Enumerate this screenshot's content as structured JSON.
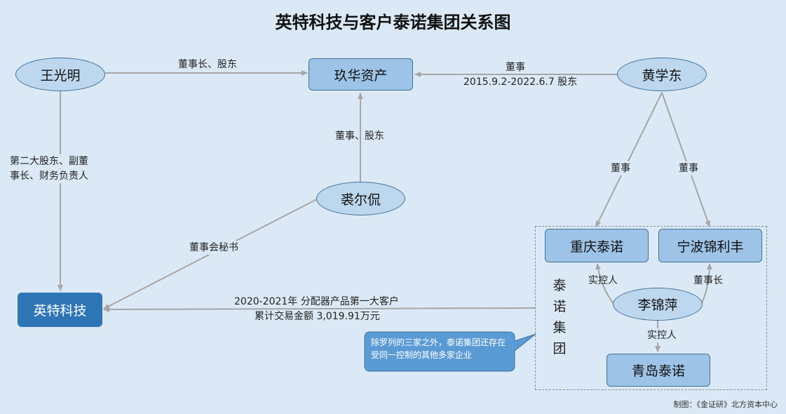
{
  "title": "英特科技与客户泰诺集团关系图",
  "nodes": {
    "wang": "王光明",
    "jiuhua": "玖华资产",
    "huang": "黄学东",
    "qiu": "裘尔侃",
    "yingte": "英特科技",
    "chongqing": "重庆泰诺",
    "ningbo": "宁波锦利丰",
    "li": "李锦萍",
    "qingdao": "青岛泰诺"
  },
  "group_label": "泰诺集团",
  "edges": {
    "wang_jiuhua": "董事长、股东",
    "huang_jiuhua_1": "董事",
    "huang_jiuhua_2": "2015.9.2-2022.6.7 股东",
    "qiu_jiuhua": "董事、股东",
    "wang_yingte_1": "第二大股东、副董",
    "wang_yingte_2": "事长、财务负责人",
    "qiu_yingte": "董事会秘书",
    "huang_chongqing": "董事",
    "huang_ningbo": "董事",
    "li_chongqing": "实控人",
    "li_ningbo": "董事长",
    "li_qingdao": "实控人",
    "group_yingte_1": "2020-2021年 分配器产品第一大客户",
    "group_yingte_2": "累计交易金额 3,019.91万元"
  },
  "callout": "除罗列的三家之外，泰诺集团还存在受同一控制的其他多家企业",
  "credit": "制图：《金证研》北方资本中心",
  "colors": {
    "background": "#dbe9f6",
    "ellipse_fill": "#bdd7ee",
    "box_fill": "#9dc3e6",
    "highlight_box": "#2e75b6",
    "line": "#a6a6a6",
    "callout": "#5b9bd5"
  }
}
